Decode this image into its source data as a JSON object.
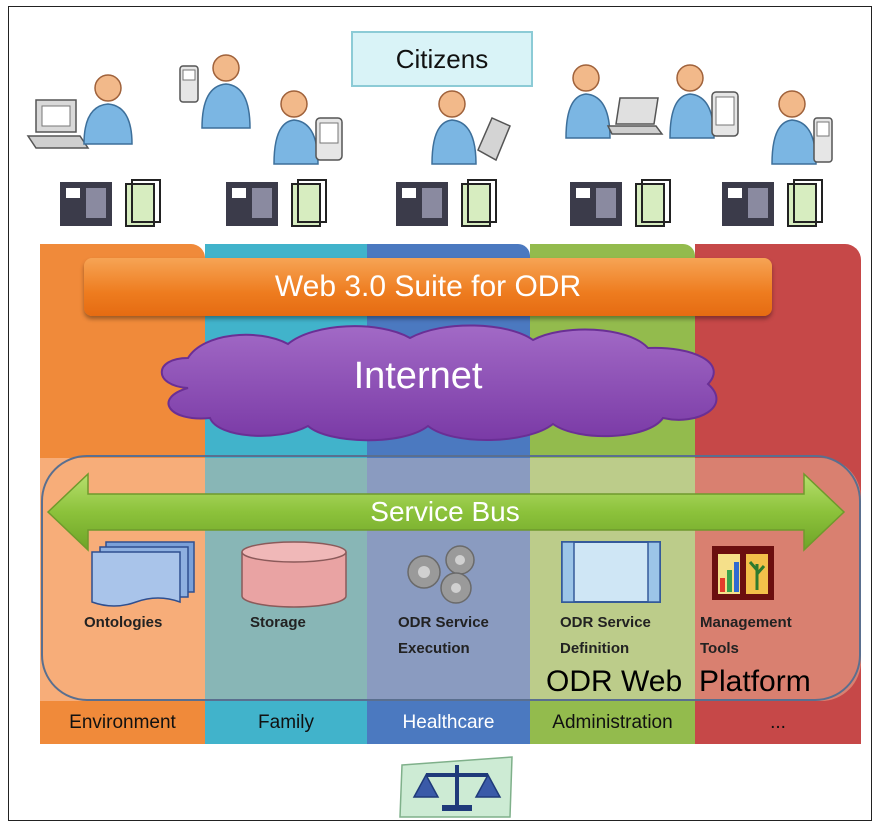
{
  "citizens_label": "Citizens",
  "suite_label": "Web 3.0 Suite for ODR",
  "internet_label": "Internet",
  "service_bus_label": "Service Bus",
  "components": [
    {
      "label": "Ontologies",
      "icon": "ontologies-icon"
    },
    {
      "label": "Storage",
      "icon": "database-icon"
    },
    {
      "label": "ODR Service\nExecution",
      "icon": "gears-icon"
    },
    {
      "label": "ODR Service\nDefinition",
      "icon": "window-icon"
    },
    {
      "label": "Management\nTools",
      "icon": "chart-tools-icon"
    }
  ],
  "platform_label_left": "ODR Web",
  "platform_label_right": "Platform",
  "sections": [
    "Environment",
    "Family",
    "Healthcare",
    "Administration",
    "..."
  ],
  "colors": {
    "environment": "#f08a3a",
    "family": "#41b3cb",
    "healthcare": "#4b79c0",
    "administration": "#93bb4d",
    "other": "#c64848",
    "suite": "#ee7c1f",
    "cloud": "#8b4fb0",
    "service_bus_arrow": "#8fc33c"
  }
}
